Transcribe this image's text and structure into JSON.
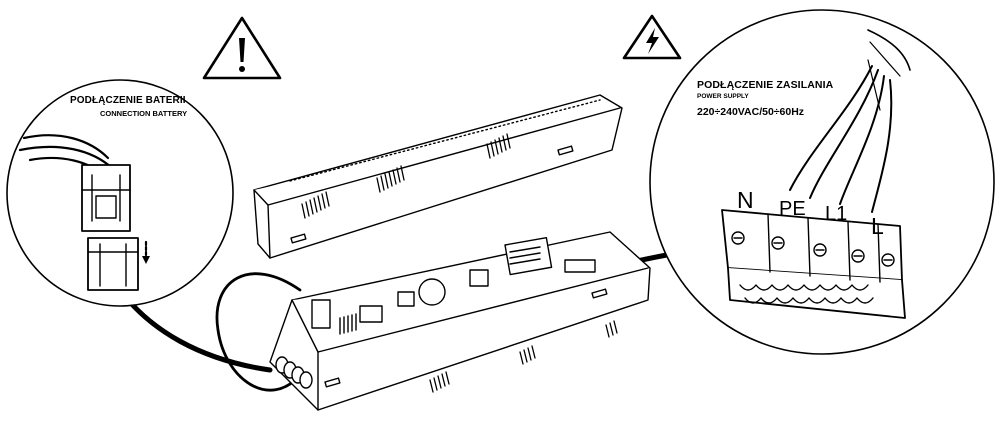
{
  "battery": {
    "title": "PODŁĄCZENIE BATERII",
    "subtitle": "CONNECTION BATTERY"
  },
  "power": {
    "title": "PODŁĄCZENIE ZASILANIA",
    "subtitle": "POWER SUPPLY",
    "voltage": "220÷240VAC/50÷60Hz"
  },
  "terminals": [
    "N",
    "PE",
    "L1",
    "L"
  ],
  "icons": {
    "caution": "warning-exclamation-icon",
    "electrical": "electrical-hazard-icon"
  },
  "colors": {
    "ink": "#000000",
    "background": "#ffffff"
  }
}
